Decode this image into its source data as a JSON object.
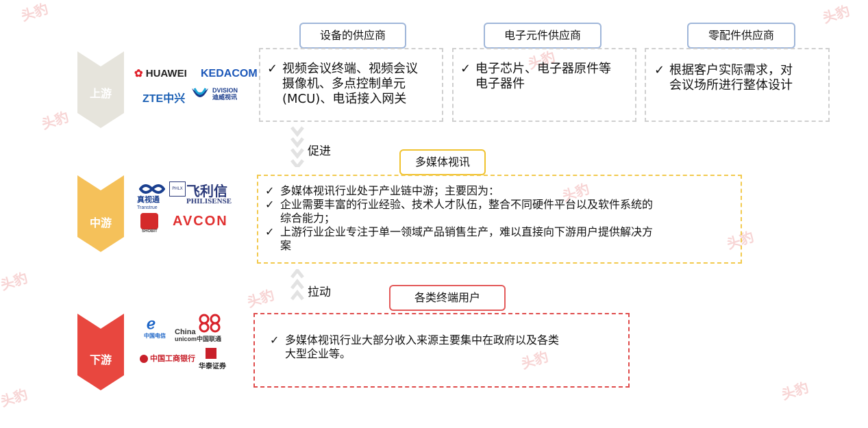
{
  "tiers": {
    "up": {
      "label": "上游",
      "color": "#e6e4dc"
    },
    "mid": {
      "label": "中游",
      "color": "#f5c15a"
    },
    "down": {
      "label": "下游",
      "color": "#e8473f"
    }
  },
  "upstream": {
    "headers": [
      "设备的供应商",
      "电子元件供应商",
      "零配件供应商"
    ],
    "box1": [
      "视频会议终端、视频会议",
      "摄像机、多点控制单元",
      "(MCU)、电话接入网关"
    ],
    "box2": [
      "电子芯片、电子器原件等",
      "电子器件"
    ],
    "box3": [
      "根据客户实际需求，对",
      "会议场所进行整体设计"
    ],
    "logos": [
      "HUAWEI",
      "KEDACOM",
      "ZTE中兴",
      "DVISION",
      "迪威视讯"
    ]
  },
  "flow": {
    "promote": "促进",
    "pull": "拉动"
  },
  "midstream": {
    "header": "多媒体视讯",
    "items": [
      "多媒体视讯行业处于产业链中游；主要因为：",
      "企业需要丰富的行业经验、技术人才队伍，整合不同硬件平台以及软件系统的",
      "综合能力；",
      "上游行业企业专注于单一领域产品销售生产，难以直接向下游用户提供解决方",
      "案"
    ],
    "logos": [
      "真视通",
      "Transtrue",
      "飞利信",
      "PHILISENSE",
      "SHOBIT",
      "AVCON"
    ]
  },
  "downstream": {
    "header": "各类终端用户",
    "items": [
      "多媒体视讯行业大部分收入来源主要集中在政府以及各类",
      "大型企业等。"
    ],
    "logos": [
      "中国电信",
      "China",
      "unicom中国联通",
      "中国工商银行",
      "华泰证券"
    ]
  },
  "check": "✓",
  "watermark": "头豹"
}
